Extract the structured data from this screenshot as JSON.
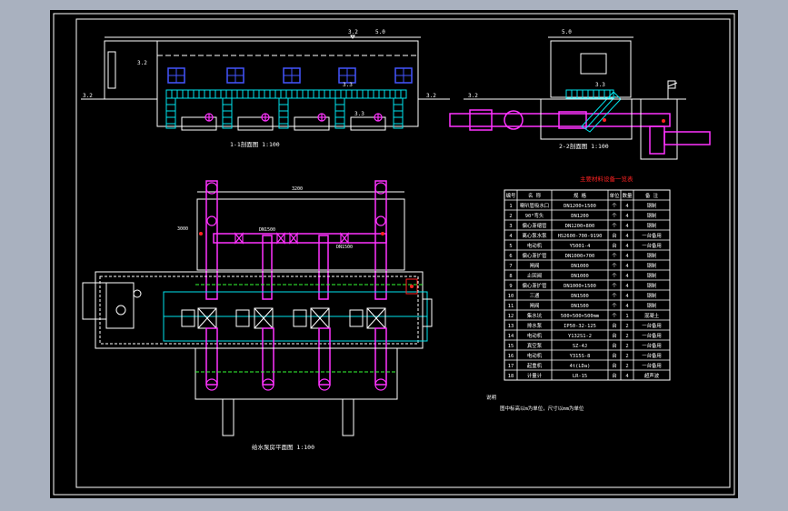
{
  "section1": {
    "title": "1-1剖面图 1:100",
    "elev_top": "3.2",
    "elev_roof_right": "5.0",
    "elev_side": "3.2",
    "elev_ground_left": "3.2",
    "elev_ground_right": "3.2",
    "elev_floor": "3.3",
    "elev_mid": "3.3"
  },
  "section2": {
    "title": "2-2剖面图 1:100",
    "elev_top": "5.0",
    "elev_ground": "3.2",
    "elev_mid": "3.3"
  },
  "plan": {
    "title": "给水泵房平面图 1:100",
    "dim_top": "3200",
    "dim_left": "3000",
    "pipe_label_1": "DN1500",
    "pipe_label_2": "DN1500"
  },
  "table": {
    "title": "主要材料设备一览表",
    "headers": [
      "编号",
      "名 称",
      "规 格",
      "单位",
      "数量",
      "备 注"
    ],
    "rows": [
      [
        "1",
        "喇叭管吸水口",
        "DN1200×1500",
        "个",
        "4",
        "钢制"
      ],
      [
        "2",
        "90°弯头",
        "DN1200",
        "个",
        "4",
        "钢制"
      ],
      [
        "3",
        "偏心渐缩管",
        "DN1200×800",
        "个",
        "4",
        "钢制"
      ],
      [
        "4",
        "离心泵水泵",
        "HS2600-700-9190",
        "台",
        "4",
        "一台备用"
      ],
      [
        "5",
        "电动机",
        "Y5001-4",
        "台",
        "4",
        "一台备用"
      ],
      [
        "6",
        "偏心渐扩管",
        "DN1000×700",
        "个",
        "4",
        "钢制"
      ],
      [
        "7",
        "闸阀",
        "DN1000",
        "个",
        "4",
        "钢制"
      ],
      [
        "8",
        "止回阀",
        "DN1000",
        "个",
        "4",
        "钢制"
      ],
      [
        "9",
        "偏心渐扩管",
        "DN1000×1500",
        "个",
        "4",
        "钢制"
      ],
      [
        "10",
        "三通",
        "DN1500",
        "个",
        "4",
        "钢制"
      ],
      [
        "11",
        "闸阀",
        "DN1500",
        "个",
        "4",
        "钢制"
      ],
      [
        "12",
        "集水坑",
        "500×500×500mm",
        "个",
        "1",
        "混凝土"
      ],
      [
        "13",
        "排水泵",
        "IP50-32-125",
        "台",
        "2",
        "一台备用"
      ],
      [
        "14",
        "电动机",
        "Y132S1-2",
        "台",
        "2",
        "一台备用"
      ],
      [
        "15",
        "真空泵",
        "SZ-4J",
        "台",
        "2",
        "一台备用"
      ],
      [
        "16",
        "电动机",
        "Y315S-8",
        "台",
        "2",
        "一台备用"
      ],
      [
        "17",
        "起重机",
        "4t(LDa)",
        "台",
        "2",
        "一台备用"
      ],
      [
        "18",
        "计量计",
        "LR-15",
        "台",
        "4",
        "超声波"
      ]
    ]
  },
  "note": {
    "heading": "说明",
    "text": "图中标高以m为单位，尺寸以mm为单位"
  },
  "colors": {
    "page_bg": "#a9b1bf",
    "sheet_bg": "#000000",
    "line": "#ffffff",
    "pipe": "#ff33ff",
    "fill": "#00e5ee",
    "window": "#4455ff",
    "accent": "#ff2222",
    "dim": "#33ff33"
  }
}
